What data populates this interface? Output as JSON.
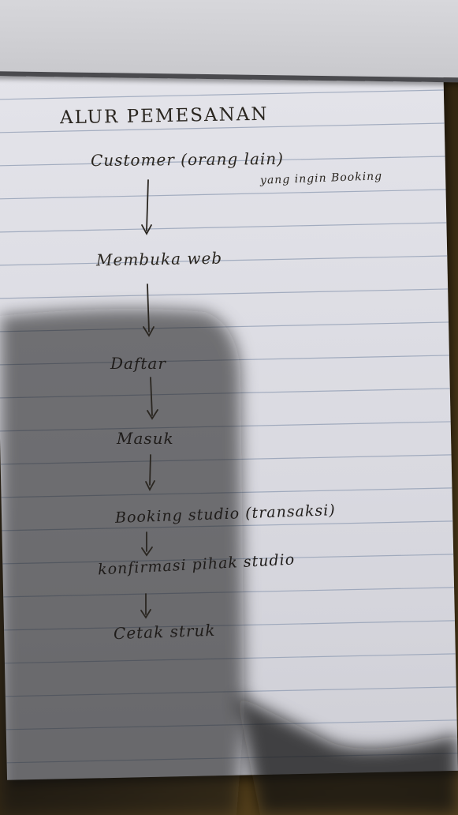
{
  "note": {
    "title": "ALUR PEMESANAN",
    "steps": [
      "Customer (orang lain)",
      "Membuka web",
      "Daftar",
      "Masuk",
      "Booking studio (transaksi)",
      "konfirmasi pihak studio",
      "Cetak struk"
    ],
    "annotation": "yang ingin Booking"
  },
  "colors": {
    "ink": "#2a2620",
    "paper": "#dcdce2",
    "ruled_line": "#8e9bb2",
    "background": "#3a2c14"
  }
}
